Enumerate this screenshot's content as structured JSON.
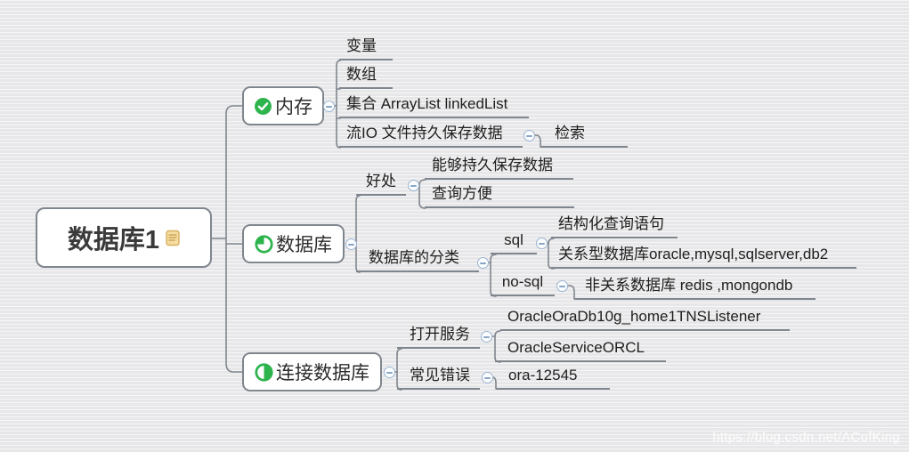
{
  "app": {
    "type": "mind-map-canvas"
  },
  "colors": {
    "background": "#eaeaec",
    "connector_line": "#80868e",
    "node_fill": "#ffffff",
    "marker_green": "#2db44d",
    "note_icon_fill": "#f5dda0",
    "note_icon_stroke": "#d9ae5f",
    "handle_border": "#9ab3cf"
  },
  "watermark": {
    "text": "https://blog.csdn.net/ACofKing"
  },
  "map": {
    "root": {
      "label": "数据库1",
      "marker": "note-icon"
    },
    "branches": [
      {
        "label": "内存",
        "marker": "task-complete-icon",
        "children": [
          {
            "label": "变量"
          },
          {
            "label": "数组"
          },
          {
            "label": "集合 ArrayList linkedList"
          },
          {
            "label": "流IO 文件持久保存数据",
            "children": [
              {
                "label": "检索"
              }
            ]
          }
        ]
      },
      {
        "label": "数据库",
        "marker": "task-quarter-icon",
        "children": [
          {
            "label": "好处",
            "children": [
              {
                "label": "能够持久保存数据"
              },
              {
                "label": "查询方便"
              }
            ]
          },
          {
            "label": "数据库的分类",
            "children": [
              {
                "label": "sql",
                "children": [
                  {
                    "label": "结构化查询语句"
                  },
                  {
                    "label": "关系型数据库oracle,mysql,sqlserver,db2"
                  }
                ]
              },
              {
                "label": "no-sql",
                "children": [
                  {
                    "label": "非关系数据库 redis ,mongondb"
                  }
                ]
              }
            ]
          }
        ]
      },
      {
        "label": "连接数据库",
        "marker": "task-half-icon",
        "children": [
          {
            "label": "打开服务",
            "children": [
              {
                "label": "OracleOraDb10g_home1TNSListener"
              },
              {
                "label": "OracleServiceORCL"
              }
            ]
          },
          {
            "label": "常见错误",
            "children": [
              {
                "label": "ora-12545"
              }
            ]
          }
        ]
      }
    ]
  }
}
